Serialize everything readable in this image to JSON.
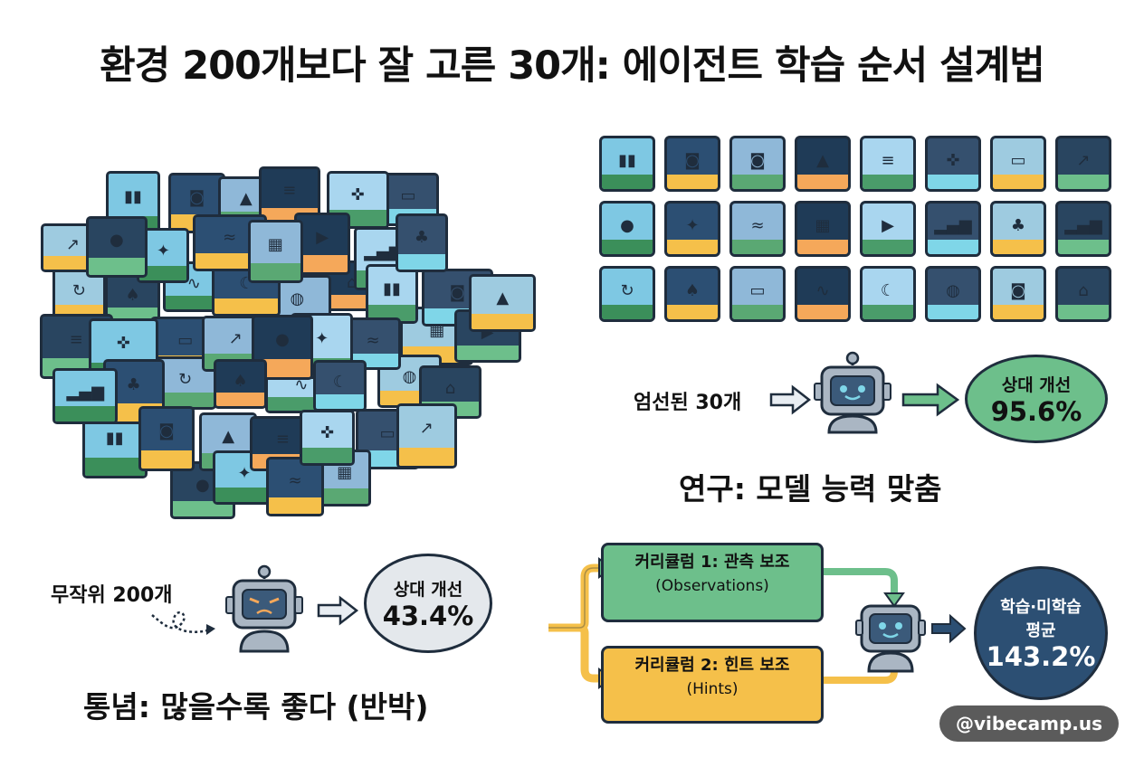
{
  "title": "환경 200개보다 잘 고른 30개: 에이전트 학습 순서 설계법",
  "research": {
    "input_label": "엄선된 30개",
    "result_small": "상대 개선",
    "result_big": "95.6%",
    "caption": "연구: 모델 능력 맞춤",
    "tile_icons": [
      "city",
      "robot",
      "robot",
      "mountain",
      "code",
      "gamepad",
      "platform",
      "chart-up",
      "sun",
      "sparkle",
      "night-road",
      "pixel-map",
      "video",
      "bar-chart",
      "trees",
      "bar-chart",
      "recycle",
      "tree",
      "platform",
      "line-chart",
      "moon",
      "globe",
      "robot",
      "house"
    ]
  },
  "common": {
    "input_label": "무작위 200개",
    "result_small": "상대 개선",
    "result_big": "43.4%",
    "caption": "통념: 많을수록 좋다 (반박)"
  },
  "curriculum": {
    "c1_title": "커리큘럼 1: 관측 보조",
    "c1_sub": "(Observations)",
    "c2_title": "커리큘럼 2: 힌트 보조",
    "c2_sub": "(Hints)",
    "result_small": "학습·미학습",
    "result_small2": "평균",
    "result_big": "143.2%"
  },
  "watermark": "@vibecamp.us",
  "colors": {
    "green": "#6dbf8b",
    "grey_ellipse": "#e4e8ec",
    "yellow": "#f5c04a",
    "navy": "#2c4f73",
    "robot_body": "#aab6c3",
    "robot_face": "#3b5a7a",
    "arrow_green": "#5aa873"
  }
}
